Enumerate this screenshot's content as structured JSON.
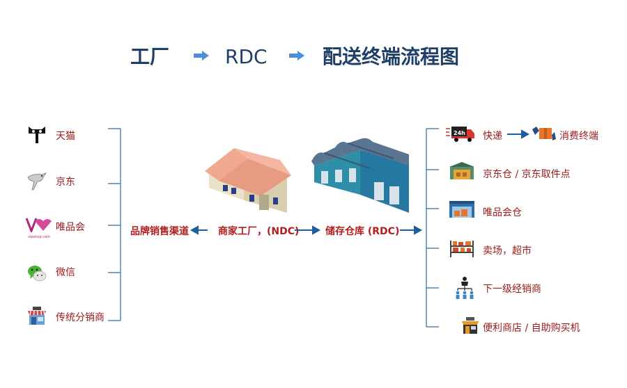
{
  "title": {
    "factory": "工厂",
    "rdc": "RDC",
    "terminal": "配送终端流程图"
  },
  "left_channels": [
    {
      "label": "天猫",
      "icon": "tmall-cat-icon"
    },
    {
      "label": "京东",
      "icon": "jd-dog-icon"
    },
    {
      "label": "唯品会",
      "icon": "vip-logo-icon",
      "logo_text": "vipshop.com"
    },
    {
      "label": "微信",
      "icon": "wechat-icon"
    },
    {
      "label": "传统分销商",
      "icon": "storefront-icon"
    }
  ],
  "center": {
    "brand_channel": "品牌销售渠道",
    "factory_ndc": "商家工厂，(NDC)",
    "warehouse_rdc": "储存仓库 (RDC)"
  },
  "right_terminals": [
    {
      "label": "快递",
      "icon": "delivery-truck-icon",
      "truck_badge": "24h",
      "next": "消费终端",
      "next_icon": "consumer-box-icon"
    },
    {
      "label": "京东仓 / 京东取件点",
      "icon": "jd-warehouse-icon"
    },
    {
      "label": "唯品会仓",
      "icon": "vip-warehouse-icon"
    },
    {
      "label": "卖场，超市",
      "icon": "shelves-icon"
    },
    {
      "label": "下一级经销商",
      "icon": "distributor-hierarchy-icon"
    },
    {
      "label": "便利商店 / 自助购买机",
      "icon": "convenience-store-icon"
    }
  ],
  "colors": {
    "title": "#1f3f66",
    "arrow_blue": "#1f5fa0",
    "title_arrow": "#4a8fd8",
    "label_red": "#9a1a1a",
    "bracket": "#2a6aaa"
  }
}
